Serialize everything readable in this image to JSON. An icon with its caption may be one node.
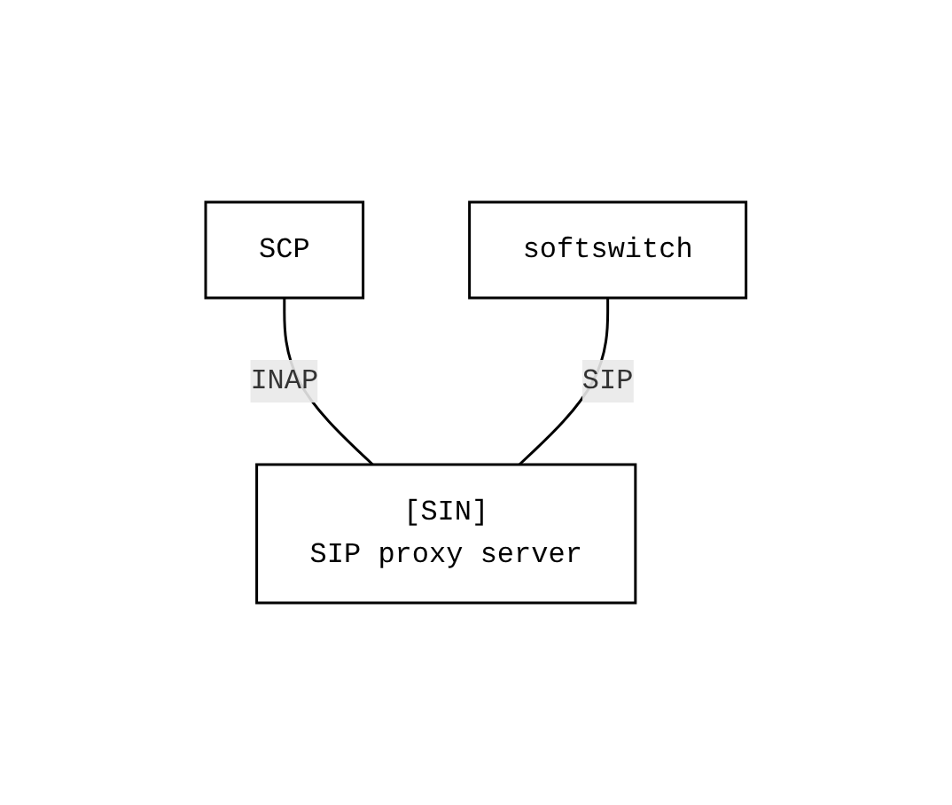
{
  "diagram": {
    "nodes": [
      {
        "text": [
          "SCP"
        ]
      },
      {
        "text": [
          "softswitch"
        ]
      },
      {
        "text": [
          "[SIN]",
          "SIP proxy server"
        ]
      }
    ],
    "edges": [
      {
        "from": 0,
        "to": 2,
        "arrow": "none",
        "label": "INAP"
      },
      {
        "from": 1,
        "to": 2,
        "arrow": "none",
        "label": "SIP"
      }
    ]
  }
}
